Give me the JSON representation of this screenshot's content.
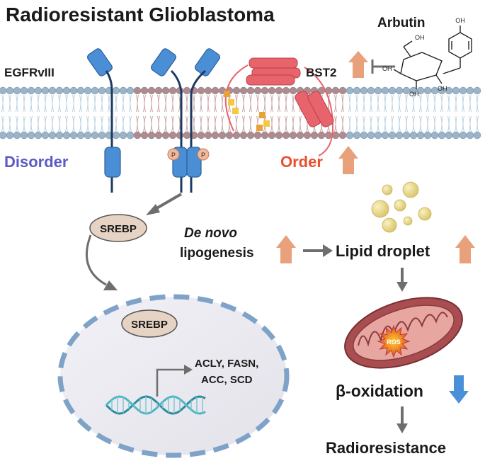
{
  "title": "Radioresistant Glioblastoma",
  "drug": {
    "name": "Arbutin",
    "structure_label": "OH"
  },
  "membrane": {
    "receptor_label": "EGFRvIII",
    "target_label": "BST2",
    "disorder_label": "Disorder",
    "order_label": "Order",
    "phospho_label": "P"
  },
  "pathway": {
    "srebp_label": "SREBP",
    "lipogenesis_line1": "De novo",
    "lipogenesis_line2": "lipogenesis",
    "lipid_droplet_label": "Lipid droplet",
    "ros_label": "ROS",
    "beta_oxidation_label": "β-oxidation",
    "outcome_label": "Radioresistance"
  },
  "nucleus": {
    "srebp_label": "SREBP",
    "genes_line1": "ACLY, FASN,",
    "genes_line2": "ACC, SCD"
  },
  "colors": {
    "disorder": "#5b5bc4",
    "order": "#e8502f",
    "up_arrow": "#e8a17a",
    "down_arrow": "#4a90d9",
    "receptor": "#4a8fd6",
    "bst2": "#e8646c",
    "gray_arrow": "#6e6e6e"
  }
}
